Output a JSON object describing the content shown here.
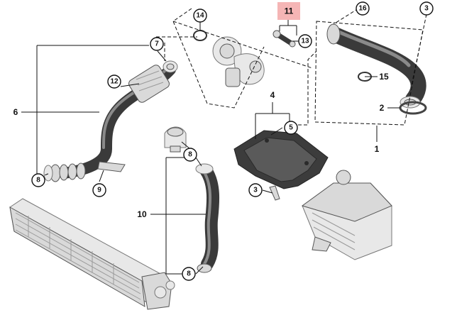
{
  "callouts": {
    "c14": "14",
    "c11": "11",
    "c16": "16",
    "c3a": "3",
    "c7": "7",
    "c13": "13",
    "c12": "12",
    "c15": "15",
    "c4": "4",
    "c6": "6",
    "c2": "2",
    "c5": "5",
    "c1": "1",
    "c8a": "8",
    "c9": "9",
    "c8b": "8",
    "c3b": "3",
    "c10": "10",
    "c8c": "8"
  },
  "colors": {
    "highlight": "#f5b5b5",
    "hose": "#3a3a3a",
    "line": "#111111"
  }
}
